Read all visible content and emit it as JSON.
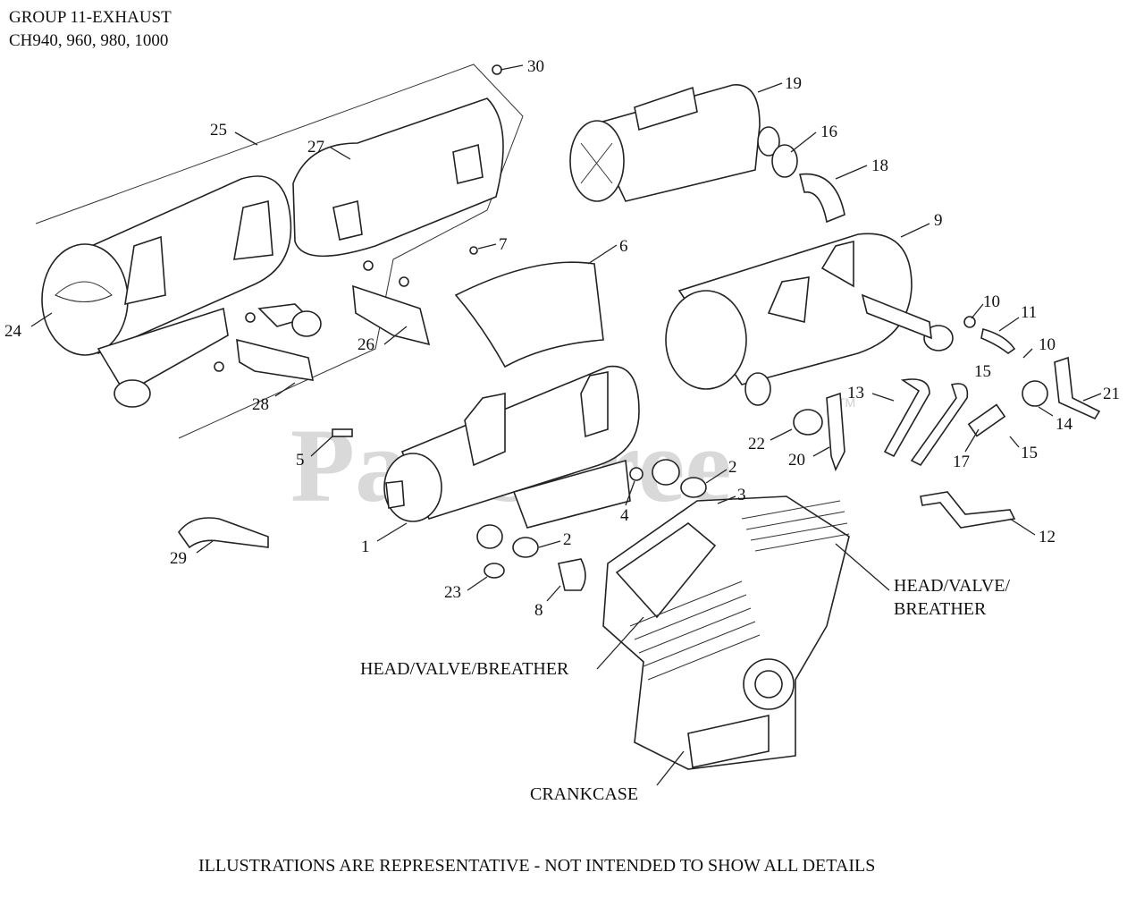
{
  "header": {
    "line1": "GROUP 11-EXHAUST",
    "line2": "CH940, 960, 980, 1000"
  },
  "watermark": {
    "text": "PartsTree",
    "trademark": "TM"
  },
  "callouts": [
    {
      "id": "c30",
      "text": "30"
    },
    {
      "id": "c19",
      "text": "19"
    },
    {
      "id": "c16",
      "text": "16"
    },
    {
      "id": "c18",
      "text": "18"
    },
    {
      "id": "c25",
      "text": "25"
    },
    {
      "id": "c27",
      "text": "27"
    },
    {
      "id": "c9",
      "text": "9"
    },
    {
      "id": "c7",
      "text": "7"
    },
    {
      "id": "c6",
      "text": "6"
    },
    {
      "id": "c24",
      "text": "24"
    },
    {
      "id": "c26",
      "text": "26"
    },
    {
      "id": "c28",
      "text": "28"
    },
    {
      "id": "c10a",
      "text": "10"
    },
    {
      "id": "c11",
      "text": "11"
    },
    {
      "id": "c10b",
      "text": "10"
    },
    {
      "id": "c15a",
      "text": "15"
    },
    {
      "id": "c21",
      "text": "21"
    },
    {
      "id": "c13",
      "text": "13"
    },
    {
      "id": "c14",
      "text": "14"
    },
    {
      "id": "c22",
      "text": "22"
    },
    {
      "id": "c15b",
      "text": "15"
    },
    {
      "id": "c5",
      "text": "5"
    },
    {
      "id": "c20",
      "text": "20"
    },
    {
      "id": "c17",
      "text": "17"
    },
    {
      "id": "c2a",
      "text": "2"
    },
    {
      "id": "c3",
      "text": "3"
    },
    {
      "id": "c4",
      "text": "4"
    },
    {
      "id": "c12",
      "text": "12"
    },
    {
      "id": "c1",
      "text": "1"
    },
    {
      "id": "c2b",
      "text": "2"
    },
    {
      "id": "c29",
      "text": "29"
    },
    {
      "id": "c23",
      "text": "23"
    },
    {
      "id": "c8",
      "text": "8"
    }
  ],
  "section_labels": {
    "head_right_1": "HEAD/VALVE/",
    "head_right_2": "BREATHER",
    "head_left": "HEAD/VALVE/BREATHER",
    "crankcase": "CRANKCASE"
  },
  "footer": {
    "note": "ILLUSTRATIONS ARE REPRESENTATIVE - NOT INTENDED TO SHOW ALL DETAILS"
  }
}
